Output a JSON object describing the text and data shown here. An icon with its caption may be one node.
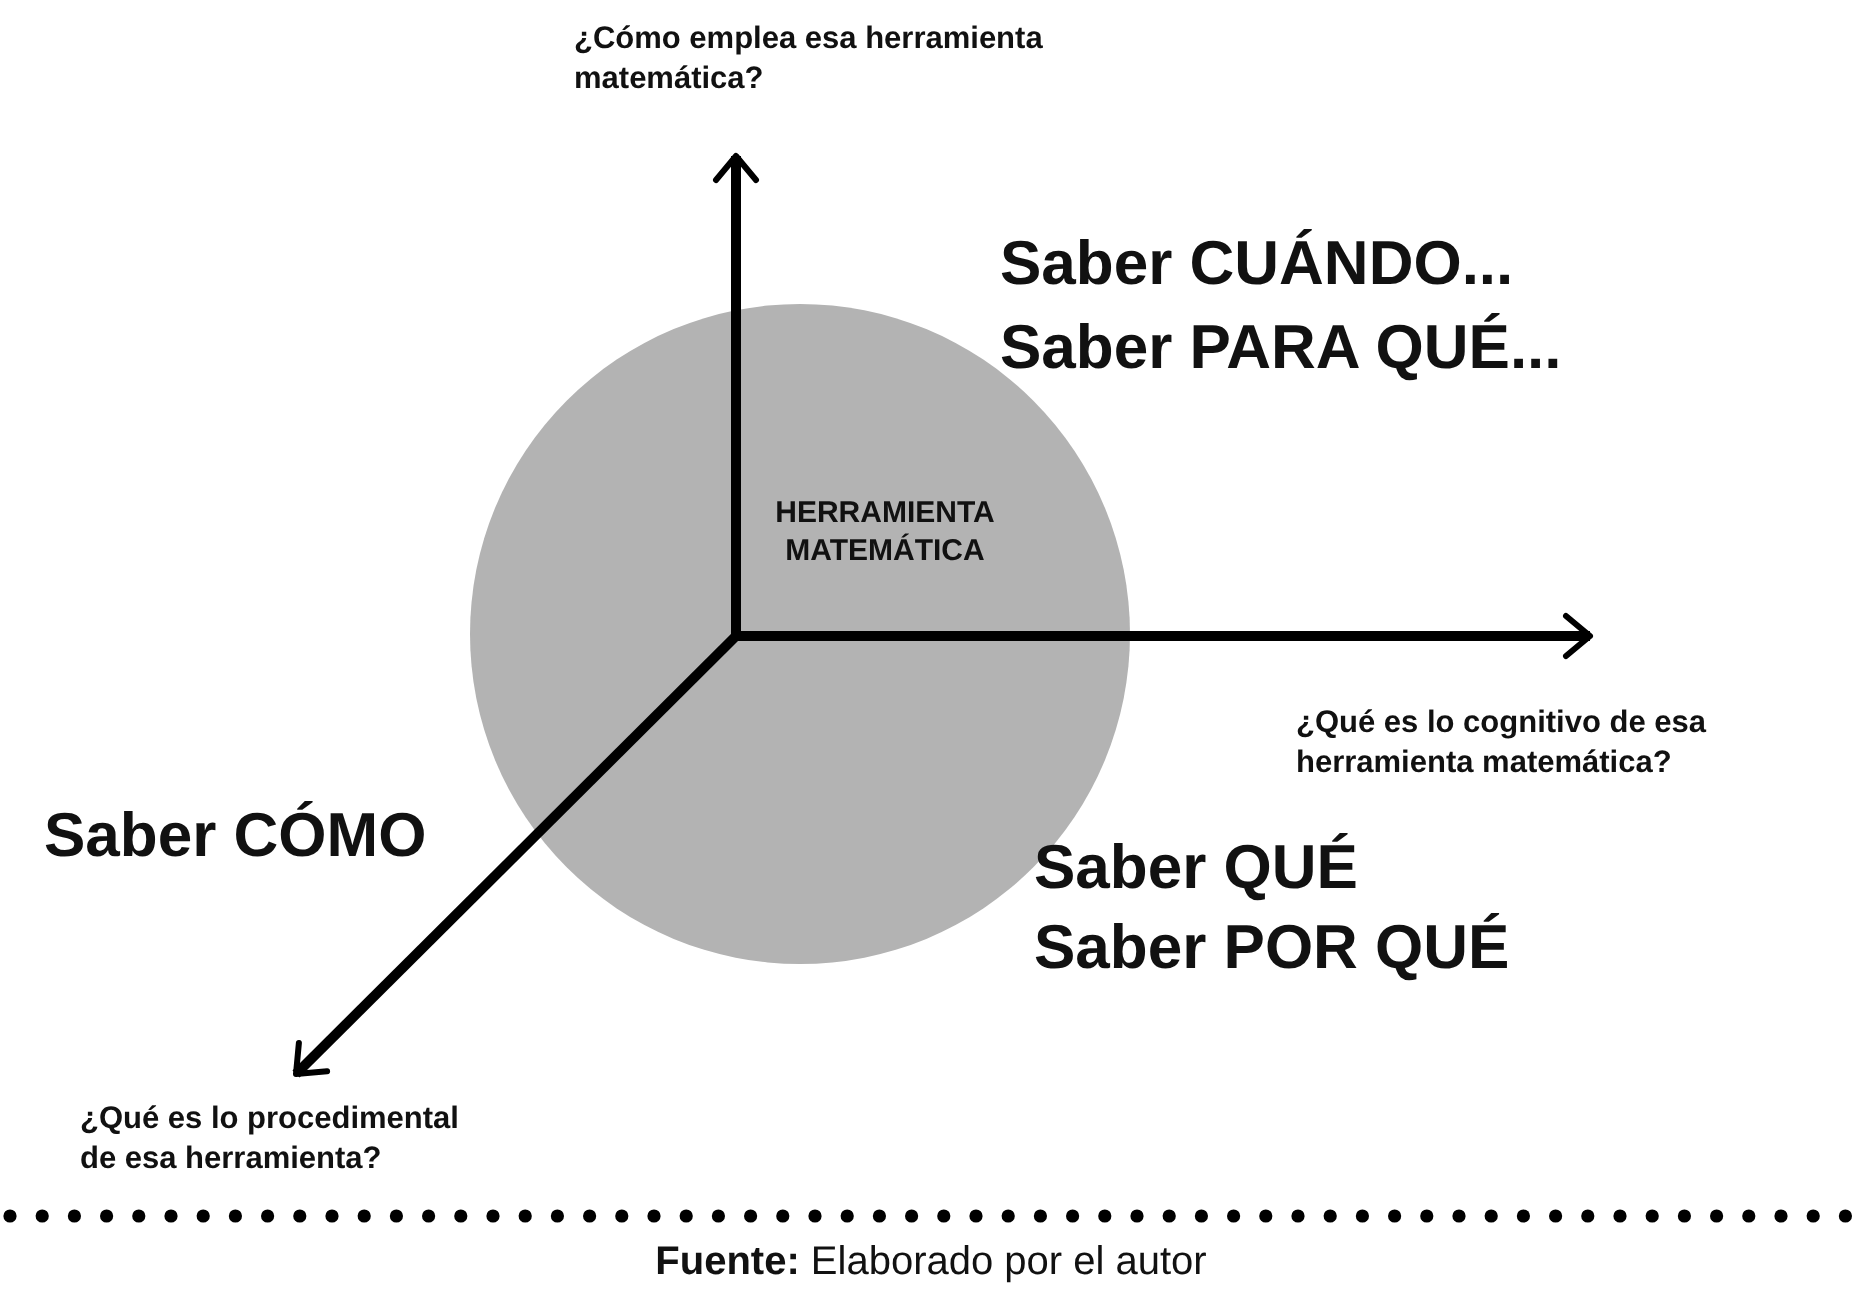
{
  "diagram": {
    "caption": "**Fuente:** Elaborado por el autor",
    "nodes": [
      {
        "text": [
          "HERRAMIENTA MATEMÁTICA"
        ]
      },
      {
        "text": [
          "¿Cómo emplea esa herramienta matemática?"
        ]
      },
      {
        "text": [
          "¿Qué es lo cognitivo de esa herramienta matemática?"
        ]
      },
      {
        "text": [
          "¿Qué es lo procedimental de esa herramienta?"
        ]
      }
    ],
    "edges": [
      {
        "from": 0,
        "to": 1,
        "arrow": "to"
      },
      {
        "from": 0,
        "to": 2,
        "arrow": "to"
      },
      {
        "from": 0,
        "to": 3,
        "arrow": "to"
      }
    ],
    "labels": [
      "Saber CUÁNDO...",
      "Saber PARA QUÉ...",
      "Saber CÓMO",
      "Saber QUÉ",
      "Saber POR QUÉ"
    ]
  }
}
